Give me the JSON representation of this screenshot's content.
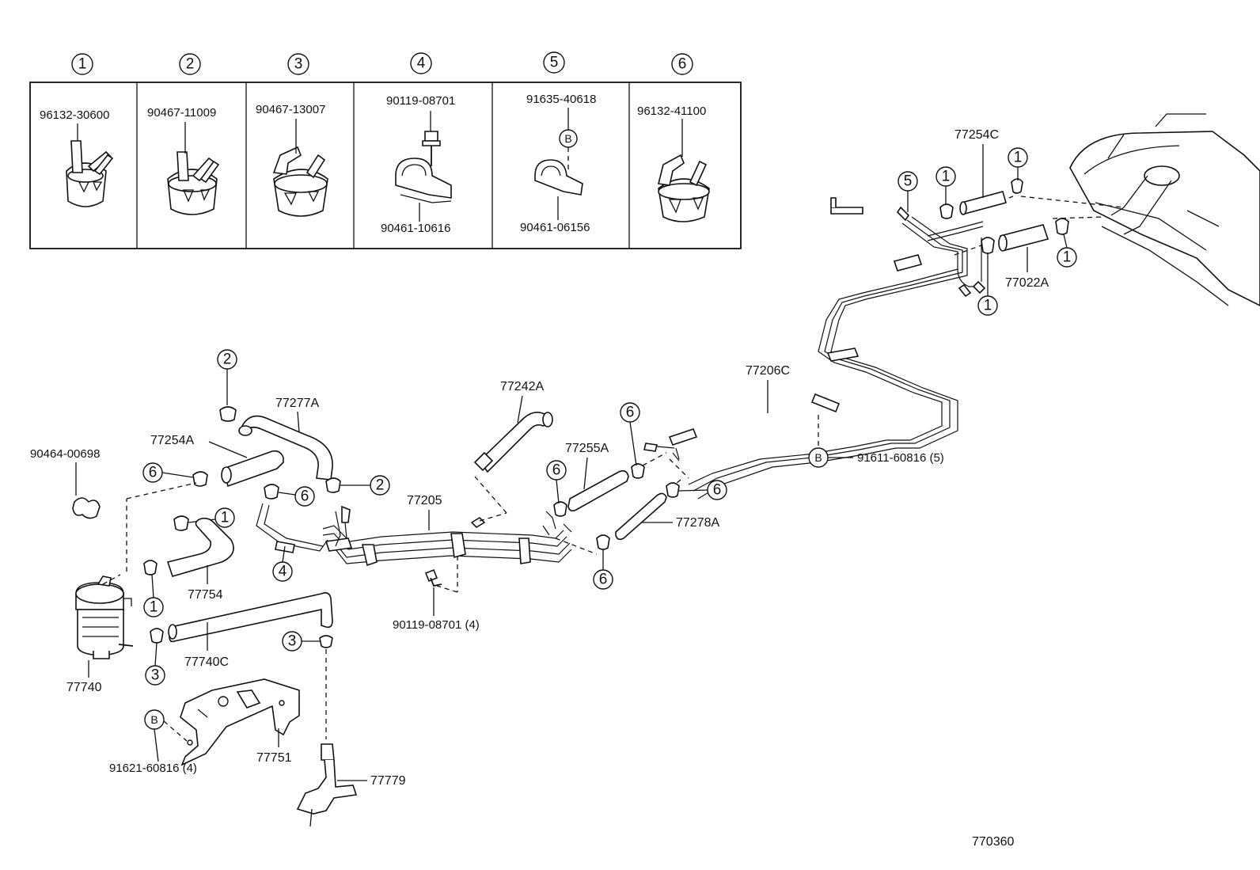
{
  "legend": {
    "columns": [
      {
        "num": "1",
        "part": "96132-30600",
        "bottom": ""
      },
      {
        "num": "2",
        "part": "90467-11009",
        "bottom": ""
      },
      {
        "num": "3",
        "part": "90467-13007",
        "bottom": ""
      },
      {
        "num": "4",
        "part": "90119-08701",
        "bottom": "90461-10616"
      },
      {
        "num": "5",
        "part": "91635-40618",
        "bottom": "90461-06156",
        "badge": "B"
      },
      {
        "num": "6",
        "part": "96132-41100",
        "bottom": ""
      }
    ]
  },
  "labels": {
    "p77254C": "77254C",
    "p77022A": "77022A",
    "p77206C": "77206C",
    "p91611": "91611-60816 (5)",
    "p77242A": "77242A",
    "p77277A": "77277A",
    "p77254A": "77254A",
    "p90464": "90464-00698",
    "p77255A": "77255A",
    "p77205": "77205",
    "p77278A": "77278A",
    "p77754": "77754",
    "p90119b": "90119-08701 (4)",
    "p77740C": "77740C",
    "p77740": "77740",
    "p77751": "77751",
    "p91621": "91621-60816 (4)",
    "p77779": "77779",
    "diagram_id": "770360"
  },
  "callouts": {
    "one": "1",
    "two": "2",
    "three": "3",
    "four": "4",
    "five": "5",
    "six": "6",
    "b": "B"
  }
}
